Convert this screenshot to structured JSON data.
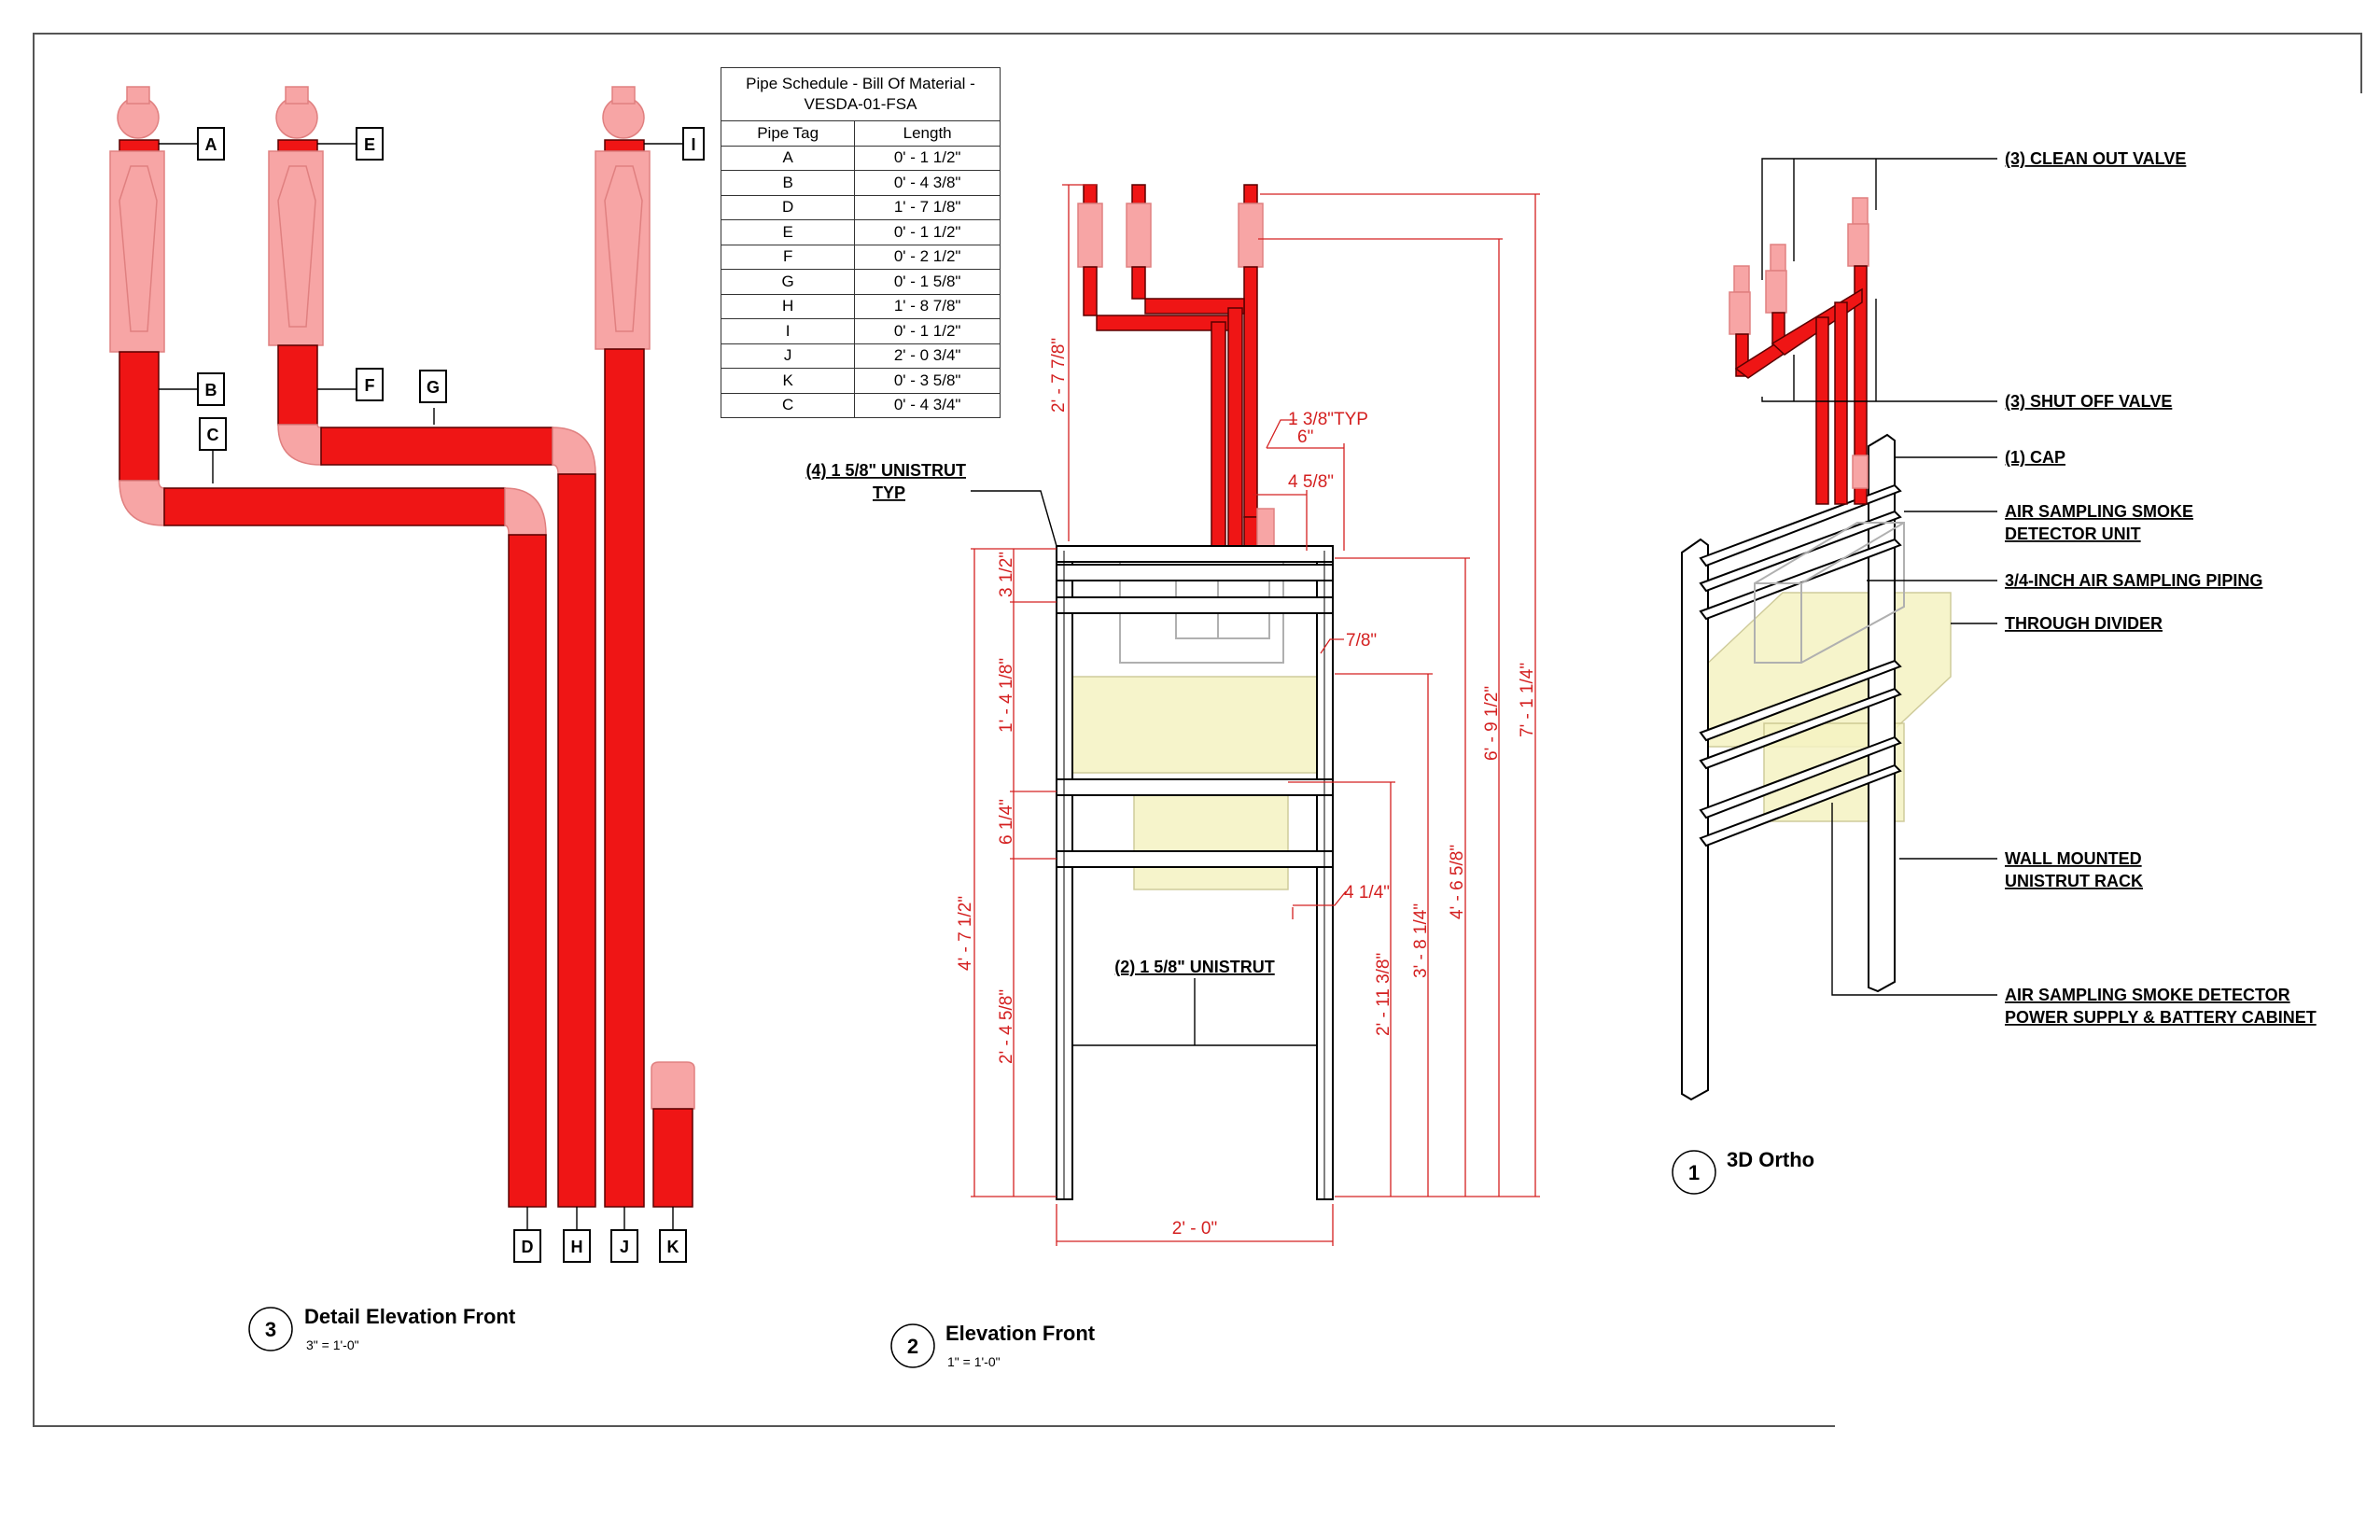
{
  "schedule": {
    "title": "Pipe Schedule - Bill Of Material - VESDA-01-FSA",
    "col_tag": "Pipe Tag",
    "col_length": "Length",
    "rows": [
      {
        "tag": "A",
        "length": "0' - 1 1/2\""
      },
      {
        "tag": "B",
        "length": "0' - 4 3/8\""
      },
      {
        "tag": "D",
        "length": "1' - 7 1/8\""
      },
      {
        "tag": "E",
        "length": "0' - 1 1/2\""
      },
      {
        "tag": "F",
        "length": "0' - 2 1/2\""
      },
      {
        "tag": "G",
        "length": "0' - 1 5/8\""
      },
      {
        "tag": "H",
        "length": "1' - 8 7/8\""
      },
      {
        "tag": "I",
        "length": "0' - 1 1/2\""
      },
      {
        "tag": "J",
        "length": "2' - 0 3/4\""
      },
      {
        "tag": "K",
        "length": "0' - 3 5/8\""
      },
      {
        "tag": "C",
        "length": "0' - 4 3/4\""
      }
    ]
  },
  "views": {
    "v3": {
      "number": "3",
      "title": "Detail Elevation Front",
      "scale": "3\" = 1'-0\""
    },
    "v2": {
      "number": "2",
      "title": "Elevation Front",
      "scale": "1\" = 1'-0\""
    },
    "v1": {
      "number": "1",
      "title": "3D Ortho"
    }
  },
  "pipe_tags": [
    "A",
    "B",
    "C",
    "D",
    "E",
    "F",
    "G",
    "H",
    "I",
    "J",
    "K"
  ],
  "elevation_dims": {
    "d_2_7_7_8": "2' - 7 7/8\"",
    "d_1_3_8_typ": "1 3/8\"TYP",
    "d_6": "6\"",
    "d_4_5_8": "4 5/8\"",
    "d_3_1_2": "3 1/2\"",
    "d_7_8": "7/8\"",
    "d_1_4_1_8": "1' - 4 1/8\"",
    "d_6_1_4": "6 1/4\"",
    "d_4_1_4": "4 1/4\"",
    "d_4_7_1_2": "4' - 7 1/2\"",
    "d_2_4_5_8": "2' - 4 5/8\"",
    "d_2_11_3_8": "2' - 11 3/8\"",
    "d_3_8_1_4": "3' - 8 1/4\"",
    "d_4_6_5_8": "4' - 6 5/8\"",
    "d_6_9_1_2": "6' - 9 1/2\"",
    "d_7_1_1_4": "7' - 1 1/4\"",
    "d_2_0": "2' - 0\""
  },
  "elevation_labels": {
    "unistrut_4a": "(4) 1 5/8\" UNISTRUT",
    "unistrut_4b": "TYP",
    "unistrut_2": "(2) 1 5/8\" UNISTRUT"
  },
  "callouts": [
    "(3) CLEAN OUT VALVE",
    "(3) SHUT OFF VALVE",
    "(1) CAP",
    "AIR SAMPLING SMOKE ",
    "DETECTOR UNIT",
    "3/4-INCH AIR SAMPLING PIPING",
    "THROUGH DIVIDER",
    "WALL MOUNTED",
    "UNISTRUT RACK",
    "AIR SAMPLING SMOKE DETECTOR",
    "POWER SUPPLY & BATTERY CABINET"
  ],
  "colors": {
    "pipe": "#ef1515",
    "pipe_light": "#f7a5a5",
    "dimension": "#d42020",
    "ghost_box": "#f5f3c2"
  }
}
